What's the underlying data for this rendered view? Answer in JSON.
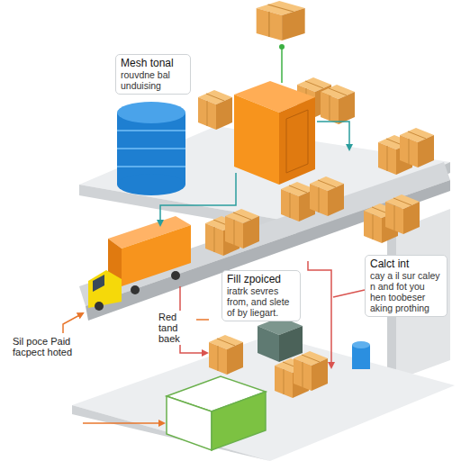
{
  "diagram": {
    "nodes": [
      {
        "text": [
          "Mesh tonal",
          "rouvdne bal unduising"
        ]
      },
      {
        "text": [
          "Fill zpoiced",
          "iratrk sevres from, and slete of by liegart."
        ]
      },
      {
        "text": [
          "Calct int",
          "cay a il sur caley n and fot you hen toobeser aking prothing"
        ]
      }
    ],
    "labels": [
      "Red tand baek",
      "Sil poce Paid facpect hoted"
    ]
  }
}
